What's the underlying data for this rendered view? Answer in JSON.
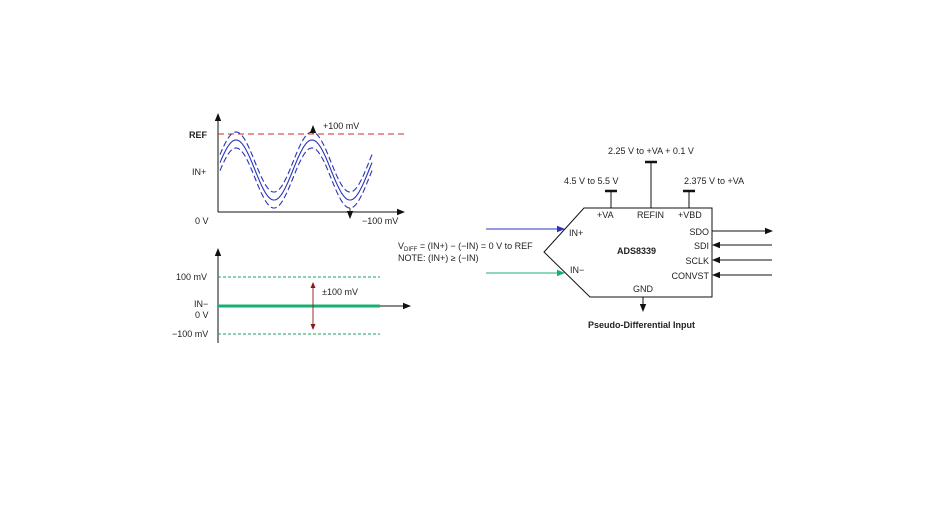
{
  "colors": {
    "ref": "#d42a2a",
    "in_plus": "#2a34b8",
    "in_minus": "#18b070",
    "chip_label": "#d42a2a",
    "caption": "#c02020",
    "arrow": "#8a1a1a",
    "line": "#111111"
  },
  "top_plot": {
    "ref_label": "REF",
    "in_plus_label": "IN+",
    "zero_label": "0 V",
    "peak_label": "+100 mV",
    "trough_label": "−100 mV"
  },
  "bottom_plot": {
    "upper_label": "100 mV",
    "in_minus_label": "IN−",
    "zero_label": "0 V",
    "lower_label": "−100 mV",
    "swing_label": "±100 mV"
  },
  "equations": {
    "vdiff_v": "V",
    "vdiff_sub": "DIFF",
    "vdiff_rest": " = (IN+) − (−IN) = 0 V to REF",
    "note": "NOTE: (IN+) ≥ (−IN)"
  },
  "chip": {
    "name": "ADS8339",
    "pin_va": "+VA",
    "pin_refin": "REFIN",
    "pin_vbd": "+VBD",
    "pin_gnd": "GND",
    "pin_in_plus": "IN+",
    "pin_in_minus": "IN−",
    "pin_sdo": "SDO",
    "pin_sdi": "SDI",
    "pin_sclk": "SCLK",
    "pin_convst": "CONVST",
    "supply_va": "4.5 V to 5.5 V",
    "supply_refin": "2.25 V to +VA + 0.1 V",
    "supply_vbd": "2.375 V to +VA"
  },
  "caption": "Pseudo-Differential Input"
}
